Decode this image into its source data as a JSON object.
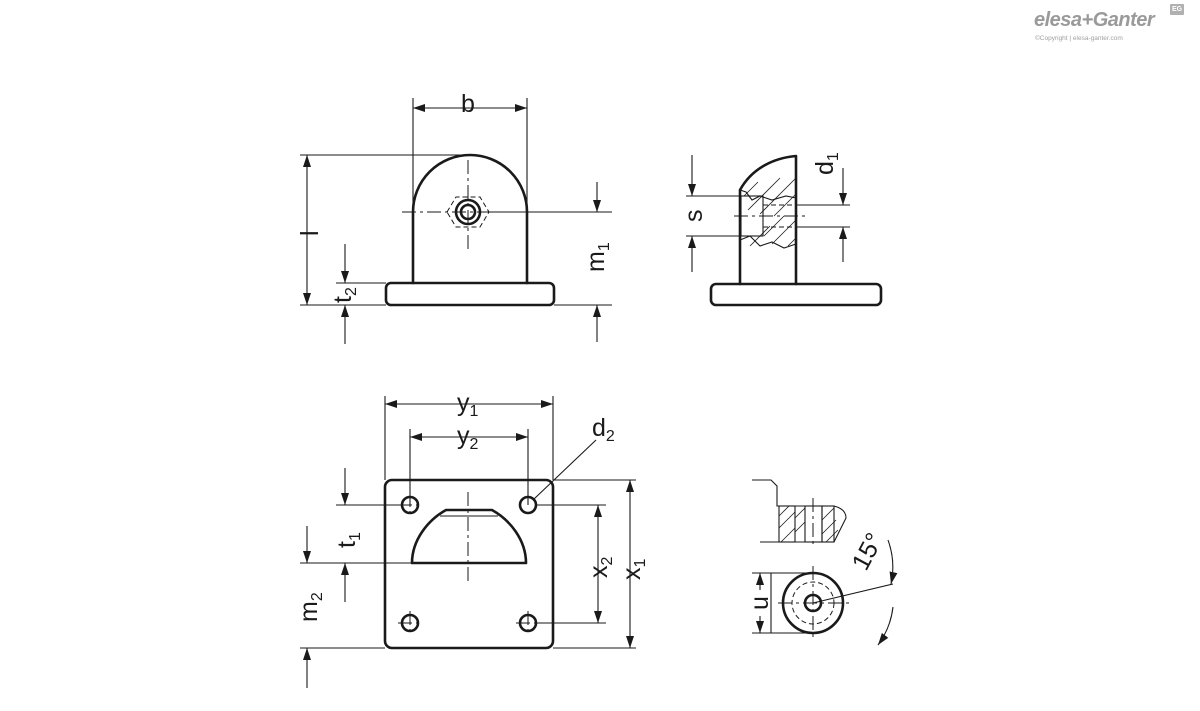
{
  "logo": {
    "name": "elesa+Ganter",
    "badge": "EG",
    "copyright": "©Copyright | elesa-ganter.com"
  },
  "labels": {
    "b": "b",
    "l": "l",
    "m": "m",
    "t": "t",
    "s": "s",
    "d": "d",
    "y": "y",
    "x": "x",
    "u": "u",
    "one": "1",
    "two": "2",
    "angle": "15°"
  },
  "colors": {
    "line": "#1a1a1a",
    "logo": "#9a9a9a"
  }
}
